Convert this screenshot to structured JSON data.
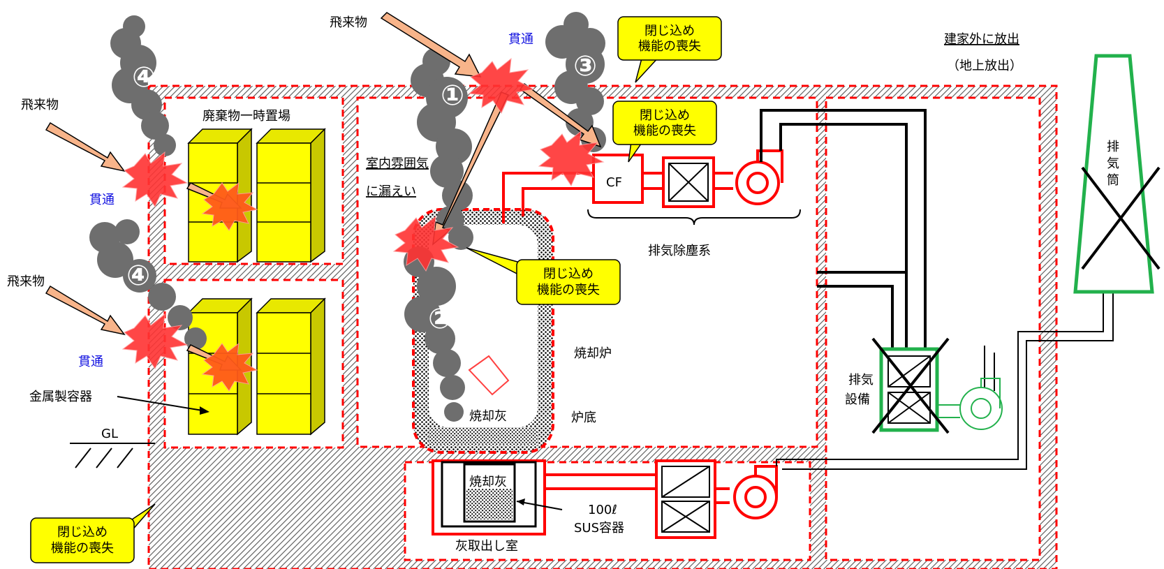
{
  "labels": {
    "projectile_top": "飛来物",
    "projectile_left1": "飛来物",
    "projectile_left2": "飛来物",
    "penetration_top": "貫通",
    "penetration_left1": "貫通",
    "penetration_left2": "貫通",
    "waste_storage": "廃棄物一時置場",
    "indoor_leak_line1": "室内雰囲気",
    "indoor_leak_line2": "に漏えい",
    "release_line1": "建家外に放出",
    "release_line2": "（地上放出）",
    "exhaust_dust_system": "排気除塵系",
    "cf": "CF",
    "incinerator": "焼却炉",
    "furnace_bottom": "炉底",
    "incineration_ash": "焼却灰",
    "ash_container": "焼却灰",
    "ash_room": "灰取出し室",
    "sus_container_line1": "100ℓ",
    "sus_container_line2": "SUS容器",
    "exhaust_equipment_line1": "排気",
    "exhaust_equipment_line2": "設備",
    "stack_line1": "排",
    "stack_line2": "気",
    "stack_line3": "筒",
    "metal_container": "金属製容器",
    "gl": "GL"
  },
  "callouts": {
    "top_line1": "閉じ込め",
    "top_line2": "機能の喪失",
    "cf_line1": "閉じ込め",
    "cf_line2": "機能の喪失",
    "furnace_line1": "閉じ込め",
    "furnace_line2": "機能の喪失",
    "bottom_line1": "閉じ込め",
    "bottom_line2": "機能の喪失"
  },
  "markers": {
    "m1": "①",
    "m2": "②",
    "m3": "③",
    "m4a": "④",
    "m4b": "④"
  },
  "colors": {
    "boundary": "#ff0000",
    "container_yellow": "#ffff00",
    "callout_yellow": "#ffff00",
    "smoke": "#6e6e6e",
    "arrow": "#f8b48a",
    "burst": "#ff3333",
    "stack_green": "#22b14c",
    "penetration_text": "#1010e0"
  }
}
